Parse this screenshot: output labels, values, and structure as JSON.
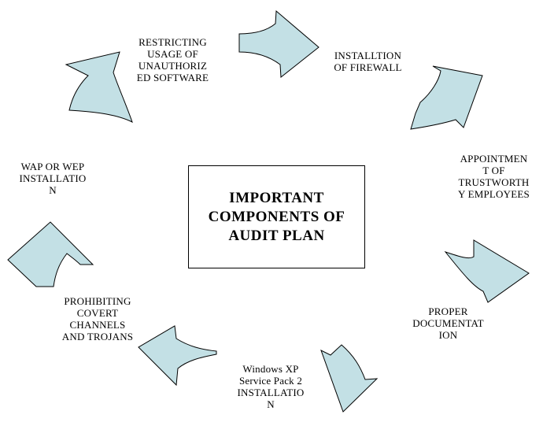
{
  "center": {
    "title": "IMPORTANT\nCOMPONENTS OF\nAUDIT PLAN"
  },
  "steps": [
    {
      "label": "INSTALLTION\nOF FIREWALL"
    },
    {
      "label": "APPOINTMEN\nT OF\nTRUSTWORTH\nY EMPLOYEES"
    },
    {
      "label": "PROPER\nDOCUMENTAT\nION"
    },
    {
      "label": "Windows XP\nService Pack 2\nINSTALLATIO\nN"
    },
    {
      "label": "PROHIBITING\nCOVERT\nCHANNELS\nAND TROJANS"
    },
    {
      "label": "WAP OR WEP\nINSTALLATIO\nN"
    },
    {
      "label": "RESTRICTING\nUSAGE OF\nUNAUTHORIZ\nED SOFTWARE"
    }
  ],
  "colors": {
    "arrow_fill": "#c3e0e5",
    "arrow_stroke": "#000000",
    "background": "#ffffff"
  }
}
